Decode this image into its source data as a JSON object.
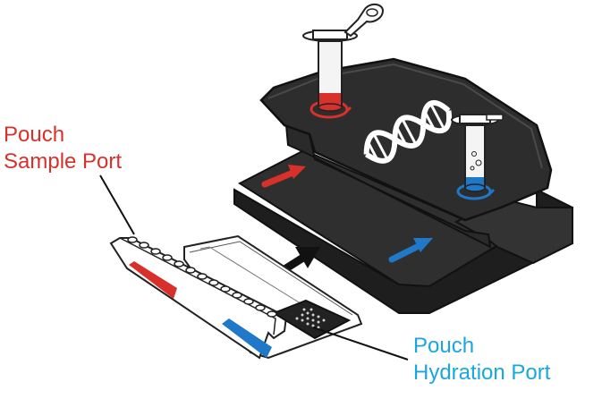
{
  "labels": {
    "sample": {
      "line1": "Pouch",
      "line2": "Sample Port",
      "color": "#d8312b"
    },
    "hydration": {
      "line1": "Pouch",
      "line2": "Hydration Port",
      "color": "#1aa6df"
    }
  },
  "colors": {
    "station_body": "#3a3a3a",
    "station_top": "#2b2b2b",
    "station_outline": "#111111",
    "pouch_fill": "#ffffff",
    "pouch_outline": "#222222",
    "red_accent": "#d8312b",
    "blue_accent": "#1f78c8",
    "arrow": "#111111",
    "tube_fill": "#f4f4f4"
  },
  "icons": {
    "logo": "dna-helix-logo",
    "move_arrow": "arrow-up-right-icon"
  }
}
